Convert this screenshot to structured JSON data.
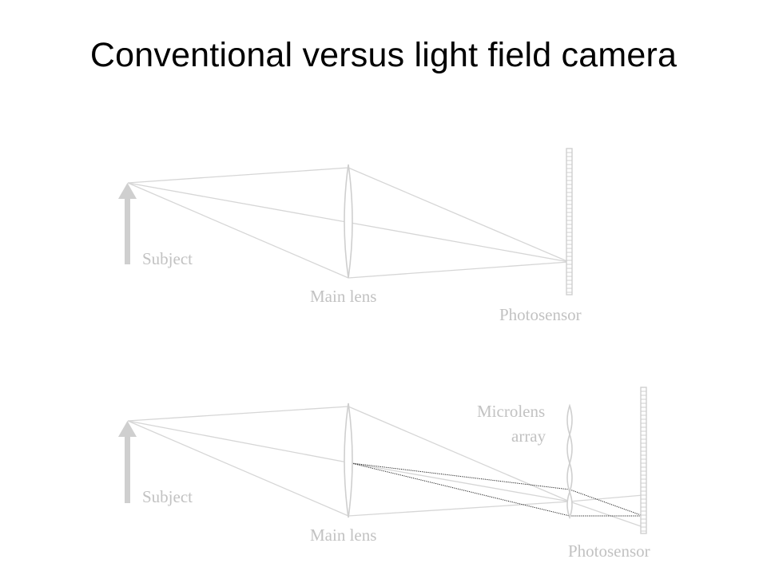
{
  "title": "Conventional versus light field camera",
  "diagrams": {
    "conventional": {
      "subject_label": "Subject",
      "main_lens_label": "Main lens",
      "photosensor_label": "Photosensor"
    },
    "light_field": {
      "subject_label": "Subject",
      "main_lens_label": "Main lens",
      "microlens_label_line1": "Microlens",
      "microlens_label_line2": "array",
      "photosensor_label": "Photosensor"
    }
  },
  "colors": {
    "diagram_gray": "#cfcfcf",
    "label_gray": "#c2c2c2",
    "highlight_rays": "#222222"
  }
}
